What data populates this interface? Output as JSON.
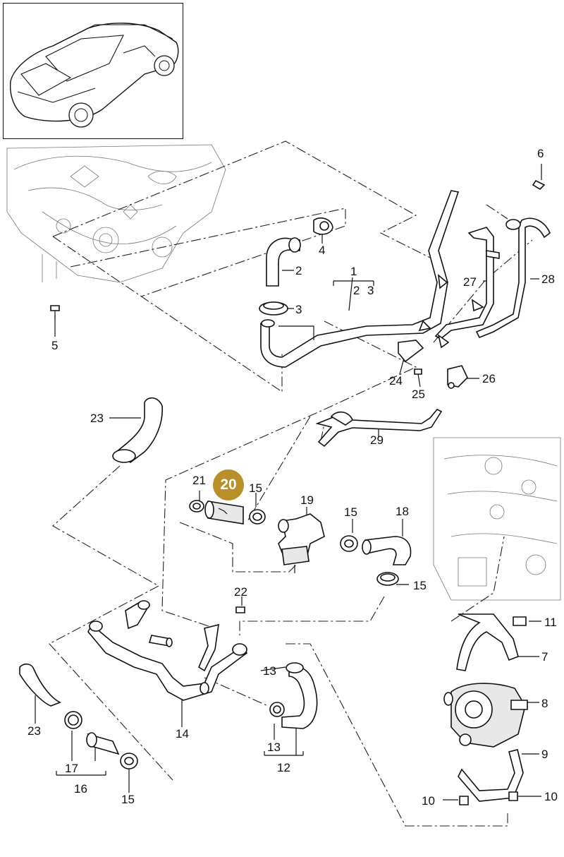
{
  "highlighted_part": "20",
  "callouts": [
    {
      "id": "c1",
      "text": "1"
    },
    {
      "id": "c2",
      "text": "2"
    },
    {
      "id": "c2b",
      "text": "2"
    },
    {
      "id": "c3",
      "text": "3"
    },
    {
      "id": "c3b",
      "text": "3"
    },
    {
      "id": "c4",
      "text": "4"
    },
    {
      "id": "c5",
      "text": "5"
    },
    {
      "id": "c6",
      "text": "6"
    },
    {
      "id": "c7",
      "text": "7"
    },
    {
      "id": "c8",
      "text": "8"
    },
    {
      "id": "c9",
      "text": "9"
    },
    {
      "id": "c10a",
      "text": "10"
    },
    {
      "id": "c10b",
      "text": "10"
    },
    {
      "id": "c11",
      "text": "11"
    },
    {
      "id": "c12",
      "text": "12"
    },
    {
      "id": "c13a",
      "text": "13"
    },
    {
      "id": "c13b",
      "text": "13"
    },
    {
      "id": "c14",
      "text": "14"
    },
    {
      "id": "c15a",
      "text": "15"
    },
    {
      "id": "c15b",
      "text": "15"
    },
    {
      "id": "c15c",
      "text": "15"
    },
    {
      "id": "c15d",
      "text": "15"
    },
    {
      "id": "c16",
      "text": "16"
    },
    {
      "id": "c17",
      "text": "17"
    },
    {
      "id": "c18",
      "text": "18"
    },
    {
      "id": "c19",
      "text": "19"
    },
    {
      "id": "c21",
      "text": "21"
    },
    {
      "id": "c22",
      "text": "22"
    },
    {
      "id": "c23a",
      "text": "23"
    },
    {
      "id": "c23b",
      "text": "23"
    },
    {
      "id": "c24",
      "text": "24"
    },
    {
      "id": "c25",
      "text": "25"
    },
    {
      "id": "c26",
      "text": "26"
    },
    {
      "id": "c27",
      "text": "27"
    },
    {
      "id": "c28",
      "text": "28"
    },
    {
      "id": "c29",
      "text": "29"
    }
  ]
}
